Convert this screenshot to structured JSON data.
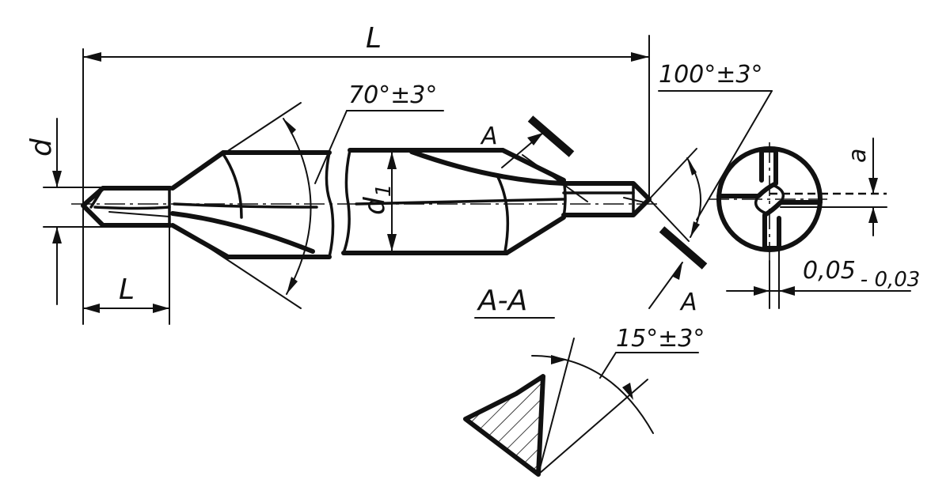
{
  "labels": {
    "overall_length": "L",
    "pilot_length": "L",
    "pilot_diameter": "d",
    "body_diameter": "d",
    "body_diameter_sub": "1",
    "countersink_angle": "70°±3°",
    "point_angle": "100°±3°",
    "section_mark_top": "A",
    "section_mark_bottom": "A",
    "section_title": "A-A",
    "web_offset": "a",
    "tolerance": "0,05",
    "tolerance_sub": "- 0,03",
    "relief_angle": "15°±3°"
  }
}
